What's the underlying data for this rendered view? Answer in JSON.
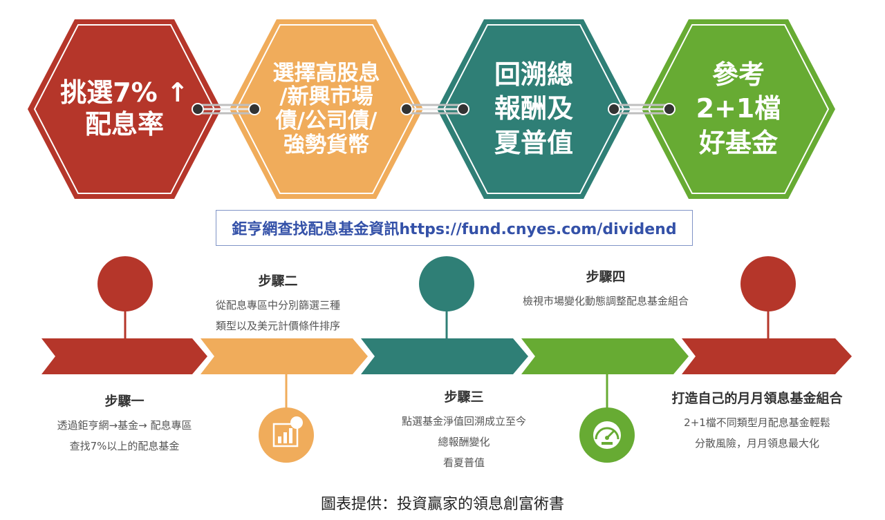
{
  "colors": {
    "red": "#b5362a",
    "orange": "#f0ac5b",
    "teal": "#2f7f76",
    "green": "#67ab33",
    "url_text": "#3451a8"
  },
  "hexagons": [
    {
      "lines": [
        "挑選7% ↑",
        "配息率"
      ],
      "color": "red"
    },
    {
      "lines": [
        "選擇高股息",
        "/新興市場",
        "債/公司債/",
        "強勢貨幣"
      ],
      "color": "orange"
    },
    {
      "lines": [
        "回溯總",
        "報酬及",
        "夏普值"
      ],
      "color": "teal"
    },
    {
      "lines": [
        "參考",
        "2+1檔",
        "好基金"
      ],
      "color": "green"
    }
  ],
  "url_label": "鉅亨網查找配息基金資訊https://fund.cnyes.com/dividend",
  "steps": [
    {
      "title": "步驟一",
      "lines": [
        "透過鉅亨網→基金→ 配息專區",
        "查找7%以上的配息基金"
      ]
    },
    {
      "title": "步驟二",
      "lines": [
        "從配息專區中分別篩選三種",
        "類型以及美元計價條件排序"
      ]
    },
    {
      "title": "步驟三",
      "lines": [
        "點選基金淨值回溯成立至今",
        "總報酬變化",
        "看夏普值"
      ]
    },
    {
      "title": "步驟四",
      "lines": [
        "檢視市場變化動態調整配息基金組合"
      ]
    },
    {
      "title": "打造自己的月月領息基金組合",
      "lines": [
        "2+1檔不同類型月配息基金輕鬆",
        "分散風險，月月領息最大化"
      ]
    }
  ],
  "icons": [
    "bar-chart-icon",
    "speedometer-icon"
  ],
  "caption": "圖表提供：投資贏家的領息創富術書"
}
